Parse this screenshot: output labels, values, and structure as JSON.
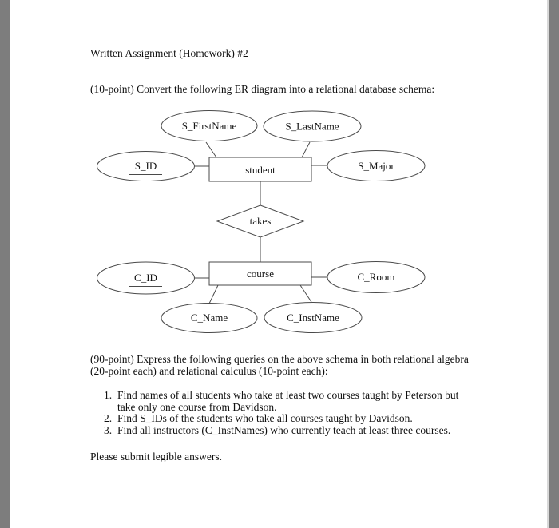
{
  "page": {
    "title": "Written Assignment (Homework) #2",
    "task1_intro": "(10-point) Convert the following ER diagram into a relational database schema:",
    "task2_intro": "(90-point) Express the following queries on the above schema in both relational algebra (20-point each) and relational calculus (10-point each):",
    "closing": "Please submit legible answers."
  },
  "questions": [
    {
      "number": "1.",
      "text": "Find names of all students who take at least two courses taught by Peterson but take only one course from Davidson."
    },
    {
      "number": "2.",
      "text": "Find S_IDs of the students who take all courses taught by Davidson."
    },
    {
      "number": "3.",
      "text": "Find all instructors (C_InstNames) who currently teach at least three courses."
    }
  ],
  "diagram": {
    "entities": {
      "student": "student",
      "course": "course"
    },
    "relationship": {
      "takes": "takes"
    },
    "attributes": {
      "s_id": "S_ID",
      "s_firstname": "S_FirstName",
      "s_lastname": "S_LastName",
      "s_major": "S_Major",
      "c_id": "C_ID",
      "c_name": "C_Name",
      "c_instname": "C_InstName",
      "c_room": "C_Room"
    }
  },
  "colors": {
    "frame_gray": "#7d7d7d",
    "diagram_stroke": "#4a4a4a",
    "text": "#101010"
  }
}
